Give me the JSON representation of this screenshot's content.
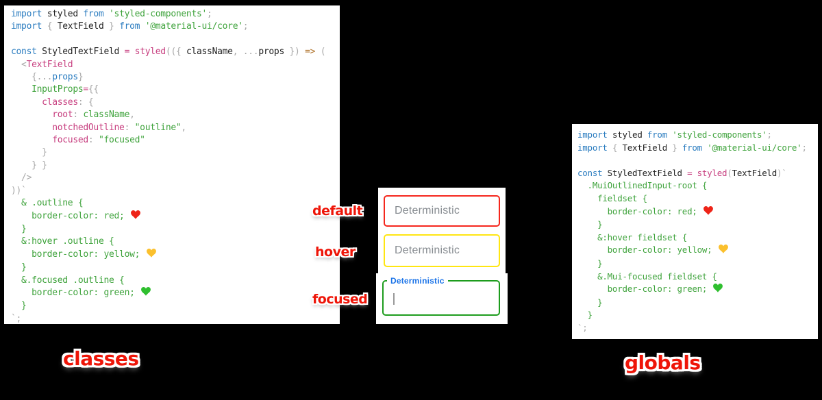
{
  "colors": {
    "kw": "#2c7dc0",
    "ident": "#1f1f1f",
    "string": "#3fa33c",
    "pink": "#c73e7f",
    "gray": "#a8a8a8",
    "orange": "#b0742c",
    "heart_red": "#ee2418",
    "heart_yellow": "#fbc02d",
    "heart_green": "#2fbf2f",
    "label_red": "#ee1508",
    "field_label_gray": "#878c91",
    "caret": "#999999",
    "panel_bg": "#ffffff",
    "page_bg": "#000000"
  },
  "annotations": {
    "default": "default",
    "hover": "hover",
    "focused": "focused",
    "classes": "classes",
    "globals": "globals"
  },
  "fields": {
    "default": {
      "label": "Deterministic",
      "border_color": "#f5271d"
    },
    "hover": {
      "label": "Deterministic",
      "border_color": "#ffe612"
    },
    "focused": {
      "label": "Deterministic",
      "border_color": "#1d9c1d",
      "label_color": "#1a73e8"
    }
  },
  "left_code": {
    "lines": [
      [
        {
          "t": "import ",
          "c": "kw"
        },
        {
          "t": "styled ",
          "c": "id"
        },
        {
          "t": "from ",
          "c": "kw"
        },
        {
          "t": "'styled-components'",
          "c": "str"
        },
        {
          "t": ";",
          "c": "gray"
        }
      ],
      [
        {
          "t": "import ",
          "c": "kw"
        },
        {
          "t": "{ ",
          "c": "gray"
        },
        {
          "t": "TextField ",
          "c": "id"
        },
        {
          "t": "} ",
          "c": "gray"
        },
        {
          "t": "from ",
          "c": "kw"
        },
        {
          "t": "'@material-ui/core'",
          "c": "str"
        },
        {
          "t": ";",
          "c": "gray"
        }
      ],
      [],
      [
        {
          "t": "const ",
          "c": "kw"
        },
        {
          "t": "StyledTextField ",
          "c": "id"
        },
        {
          "t": "= ",
          "c": "pink"
        },
        {
          "t": "styled",
          "c": "pink"
        },
        {
          "t": "(({ ",
          "c": "gray"
        },
        {
          "t": "className",
          "c": "id"
        },
        {
          "t": ", ...",
          "c": "gray"
        },
        {
          "t": "props",
          "c": "id"
        },
        {
          "t": " }) ",
          "c": "gray"
        },
        {
          "t": "=> ",
          "c": "orange"
        },
        {
          "t": "(",
          "c": "gray"
        }
      ],
      [
        {
          "t": "  <",
          "c": "gray"
        },
        {
          "t": "TextField",
          "c": "pink"
        }
      ],
      [
        {
          "t": "    {...",
          "c": "gray"
        },
        {
          "t": "props",
          "c": "kw"
        },
        {
          "t": "}",
          "c": "gray"
        }
      ],
      [
        {
          "t": "    InputProps",
          "c": "str"
        },
        {
          "t": "=",
          "c": "pink"
        },
        {
          "t": "{{",
          "c": "gray"
        }
      ],
      [
        {
          "t": "      classes",
          "c": "pink"
        },
        {
          "t": ": {",
          "c": "gray"
        }
      ],
      [
        {
          "t": "        root",
          "c": "pink"
        },
        {
          "t": ": ",
          "c": "gray"
        },
        {
          "t": "className",
          "c": "str"
        },
        {
          "t": ",",
          "c": "gray"
        }
      ],
      [
        {
          "t": "        notchedOutline",
          "c": "pink"
        },
        {
          "t": ": ",
          "c": "gray"
        },
        {
          "t": "\"outline\"",
          "c": "str"
        },
        {
          "t": ",",
          "c": "gray"
        }
      ],
      [
        {
          "t": "        focused",
          "c": "pink"
        },
        {
          "t": ": ",
          "c": "gray"
        },
        {
          "t": "\"focused\"",
          "c": "str"
        }
      ],
      [
        {
          "t": "      }",
          "c": "gray"
        }
      ],
      [
        {
          "t": "    } }",
          "c": "gray"
        }
      ],
      [
        {
          "t": "  />",
          "c": "gray"
        }
      ],
      [
        {
          "t": "))`",
          "c": "gray"
        }
      ],
      [
        {
          "t": "  & .outline {",
          "c": "str"
        }
      ],
      [
        {
          "t": "    border-color: red; ",
          "c": "str"
        },
        {
          "heart": "red"
        }
      ],
      [
        {
          "t": "  }",
          "c": "str"
        }
      ],
      [
        {
          "t": "  &:hover .outline {",
          "c": "str"
        }
      ],
      [
        {
          "t": "    border-color: yellow; ",
          "c": "str"
        },
        {
          "heart": "yellow"
        }
      ],
      [
        {
          "t": "  }",
          "c": "str"
        }
      ],
      [
        {
          "t": "  &.focused .outline {",
          "c": "str"
        }
      ],
      [
        {
          "t": "    border-color: green; ",
          "c": "str"
        },
        {
          "heart": "green"
        }
      ],
      [
        {
          "t": "  }",
          "c": "str"
        }
      ],
      [
        {
          "t": "`;",
          "c": "gray"
        }
      ]
    ]
  },
  "right_code": {
    "lines": [
      [
        {
          "t": "import ",
          "c": "kw"
        },
        {
          "t": "styled ",
          "c": "id"
        },
        {
          "t": "from ",
          "c": "kw"
        },
        {
          "t": "'styled-components'",
          "c": "str"
        },
        {
          "t": ";",
          "c": "gray"
        }
      ],
      [
        {
          "t": "import ",
          "c": "kw"
        },
        {
          "t": "{ ",
          "c": "gray"
        },
        {
          "t": "TextField ",
          "c": "id"
        },
        {
          "t": "} ",
          "c": "gray"
        },
        {
          "t": "from ",
          "c": "kw"
        },
        {
          "t": "'@material-ui/core'",
          "c": "str"
        },
        {
          "t": ";",
          "c": "gray"
        }
      ],
      [],
      [
        {
          "t": "const ",
          "c": "kw"
        },
        {
          "t": "StyledTextField ",
          "c": "id"
        },
        {
          "t": "= styled",
          "c": "pink"
        },
        {
          "t": "(",
          "c": "gray"
        },
        {
          "t": "TextField",
          "c": "id"
        },
        {
          "t": ")`",
          "c": "gray"
        }
      ],
      [
        {
          "t": "  .MuiOutlinedInput-root {",
          "c": "str"
        }
      ],
      [
        {
          "t": "    fieldset {",
          "c": "str"
        }
      ],
      [
        {
          "t": "      border-color: red; ",
          "c": "str"
        },
        {
          "heart": "red"
        }
      ],
      [
        {
          "t": "    }",
          "c": "str"
        }
      ],
      [
        {
          "t": "    &:hover fieldset {",
          "c": "str"
        }
      ],
      [
        {
          "t": "      border-color: yellow; ",
          "c": "str"
        },
        {
          "heart": "yellow"
        }
      ],
      [
        {
          "t": "    }",
          "c": "str"
        }
      ],
      [
        {
          "t": "    &.Mui-focused fieldset {",
          "c": "str"
        }
      ],
      [
        {
          "t": "      border-color: green; ",
          "c": "str"
        },
        {
          "heart": "green"
        }
      ],
      [
        {
          "t": "    }",
          "c": "str"
        }
      ],
      [
        {
          "t": "  }",
          "c": "str"
        }
      ],
      [
        {
          "t": "`;",
          "c": "gray"
        }
      ]
    ]
  }
}
